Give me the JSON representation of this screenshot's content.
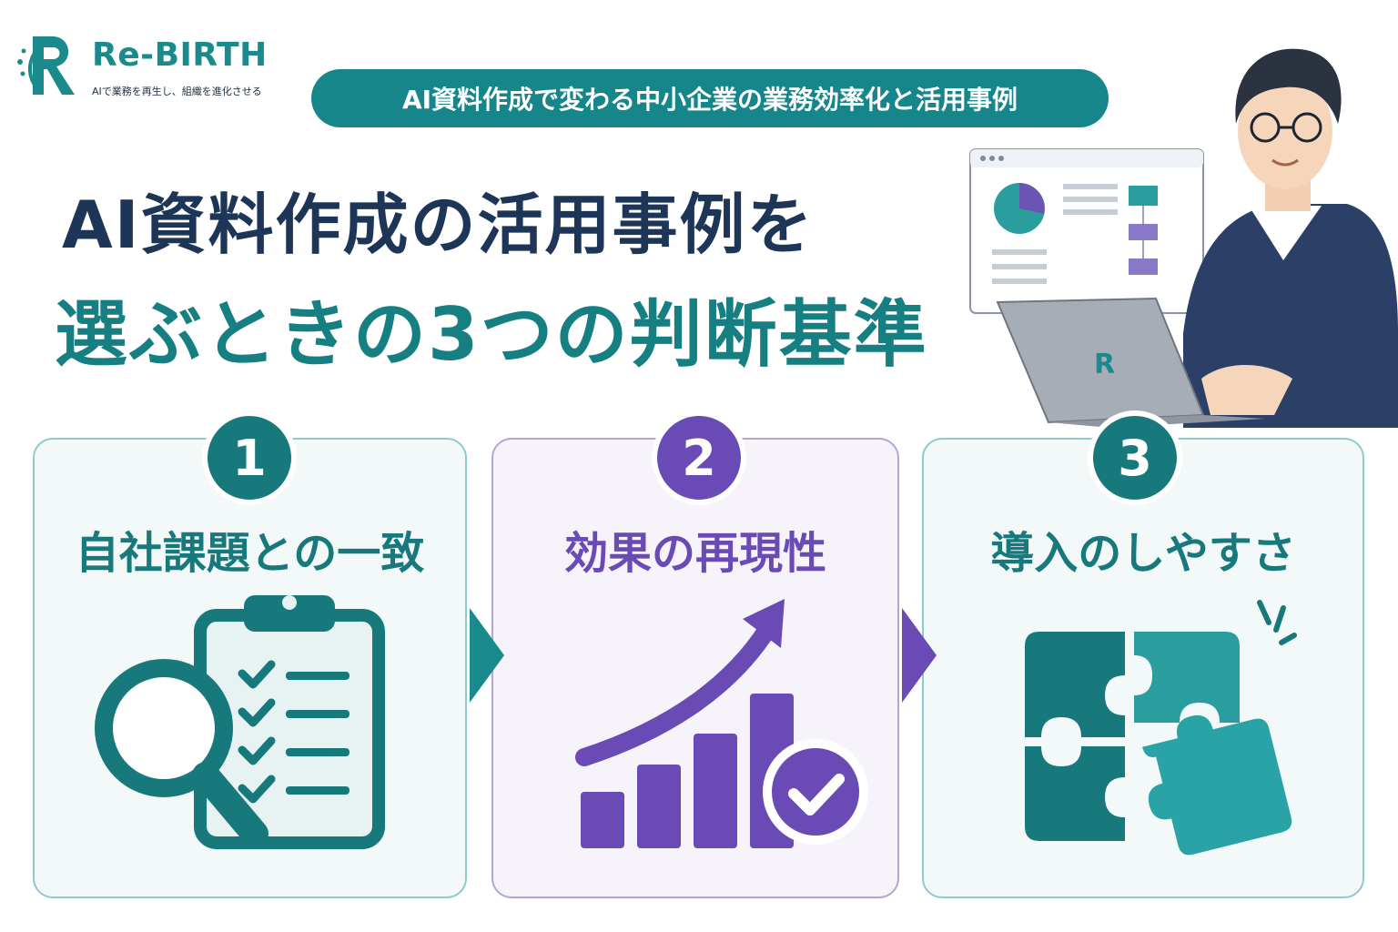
{
  "brand": {
    "name": "Re-BIRTH",
    "tagline": "AIで業務を再生し、組織を進化させる",
    "logo_mark": "R",
    "color": "#1b8a8c"
  },
  "header": {
    "subtitle": "AI資料作成で変わる中小企業の業務効率化と活用事例"
  },
  "headline": {
    "line1": "AI資料作成の活用事例を",
    "line2": "選ぶときの3つの判断基準"
  },
  "illustration": {
    "laptop_logo": "R",
    "icons": [
      "person-icon",
      "laptop-icon",
      "dashboard-monitor-icon",
      "pie-chart-icon",
      "flowchart-icon"
    ]
  },
  "criteria": [
    {
      "number": "1",
      "title": "自社課題との一致",
      "icon": "clipboard-magnifier-icon",
      "color": "#17797c"
    },
    {
      "number": "2",
      "title": "効果の再現性",
      "icon": "growth-chart-check-icon",
      "color": "#6a4bb5"
    },
    {
      "number": "3",
      "title": "導入のしやすさ",
      "icon": "puzzle-icon",
      "color": "#17797c"
    }
  ],
  "colors": {
    "teal_dark": "#17797c",
    "teal": "#2a9d9f",
    "purple": "#6a4bb5",
    "navy": "#1d3557"
  }
}
